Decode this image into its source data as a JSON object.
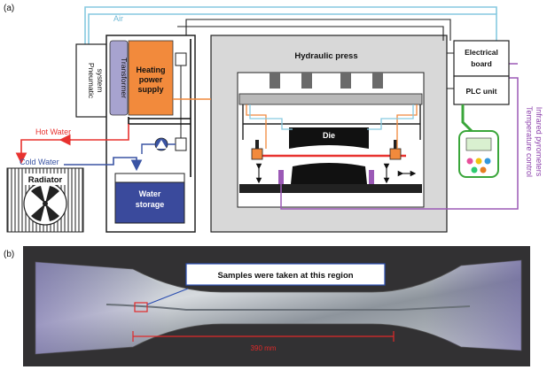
{
  "panel_a": {
    "label": "(a)",
    "air": "Air",
    "pneumatic_line1": "Pneumatic",
    "pneumatic_line2": "system",
    "transformer": "Transformer",
    "heating_line1": "Heating",
    "heating_line2": "power",
    "heating_line3": "supply",
    "hydraulic_press": "Hydraulic press",
    "die": "Die",
    "electrical_line1": "Electrical",
    "electrical_line2": "board",
    "plc_unit": "PLC unit",
    "temperature_control": "Temperature control",
    "infrared_pyrometers": "Infrared pyrometers",
    "hot_water": "Hot Water",
    "cold_water": "Cold Water",
    "radiator": "Radiator",
    "water_line1": "Water",
    "water_line2": "storage"
  },
  "panel_b": {
    "label": "(b)",
    "callout": "Samples were taken at this region",
    "dimension": "390 mm"
  },
  "colors": {
    "heating_supply": "#f28a3c",
    "transformer": "#a7a3cf",
    "water_storage": "#3a4a9c",
    "press_body": "#d8d8d8",
    "air_line": "#86c9e0",
    "hot_water_line": "#e8322f",
    "cold_water_line": "#3a54a4",
    "pyrometer_line": "#9b59b6",
    "heater_line": "#f0883c",
    "plc_cable": "#3aa63a",
    "dimension_line": "#e02a2a"
  }
}
